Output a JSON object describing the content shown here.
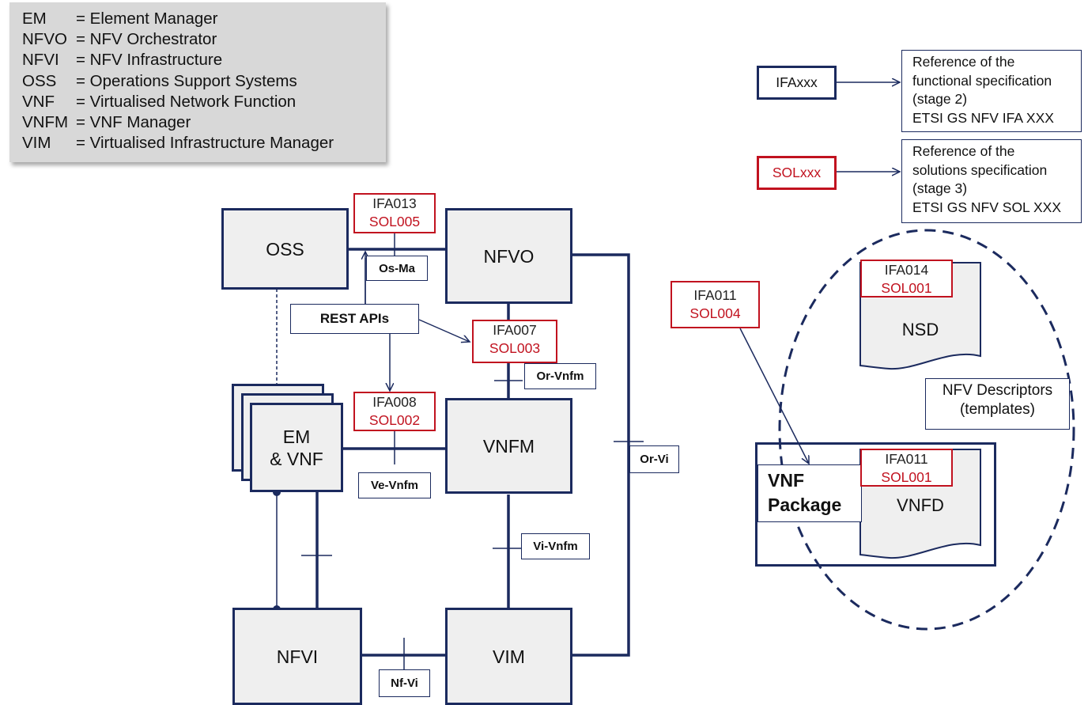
{
  "legend": [
    {
      "abbr": "EM",
      "def": "= Element  Manager"
    },
    {
      "abbr": "NFVO",
      "def": "= NFV Orchestrator"
    },
    {
      "abbr": "NFVI",
      "def": "= NFV Infrastructure"
    },
    {
      "abbr": "OSS",
      "def": "= Operations Support Systems"
    },
    {
      "abbr": "VNF",
      "def": "= Virtualised  Network  Function"
    },
    {
      "abbr": "VNFM",
      "def": "= VNF Manager"
    },
    {
      "abbr": "VIM",
      "def": "= Virtualised  Infrastructure  Manager"
    }
  ],
  "blocks": {
    "oss": "OSS",
    "nfvo": "NFVO",
    "em_vnf_line1": "EM",
    "em_vnf_line2": "& VNF",
    "vnfm": "VNFM",
    "nfvi": "NFVI",
    "vim": "VIM"
  },
  "reference_points": {
    "os_ma": "Os-Ma",
    "or_vnfm": "Or-Vnfm",
    "ve_vnfm": "Ve-Vnfm",
    "or_vi": "Or-Vi",
    "vi_vnfm": "Vi-Vnfm",
    "nf_vi": "Nf-Vi"
  },
  "rest_apis": "REST APIs",
  "specs": {
    "oss_nfvo": {
      "ifa": "IFA013",
      "sol": "SOL005"
    },
    "nfvo_vnfm": {
      "ifa": "IFA007",
      "sol": "SOL003"
    },
    "em_vnfm": {
      "ifa": "IFA008",
      "sol": "SOL002"
    },
    "package": {
      "ifa": "IFA011",
      "sol": "SOL004"
    },
    "nsd": {
      "ifa": "IFA014",
      "sol": "SOL001"
    },
    "vnfd": {
      "ifa": "IFA011",
      "sol": "SOL001"
    }
  },
  "key": {
    "ifa_box": "IFAxxx",
    "ifa_desc": [
      "Reference of the",
      "functional specification",
      "(stage 2)",
      "ETSI GS NFV IFA XXX"
    ],
    "sol_box": "SOLxxx",
    "sol_desc": [
      "Reference of the",
      "solutions specification",
      "(stage 3)",
      "ETSI GS NFV SOL XXX"
    ]
  },
  "descriptors": {
    "nsd": "NSD",
    "vnfd": "VNFD",
    "title_line1": "NFV Descriptors",
    "title_line2": "(templates)",
    "package_line1": "VNF",
    "package_line2": "Package"
  },
  "colors": {
    "navy": "#1b2a5e",
    "red": "#c1121f",
    "box_fill": "#efefef",
    "legend_fill": "#d8d8d8"
  }
}
